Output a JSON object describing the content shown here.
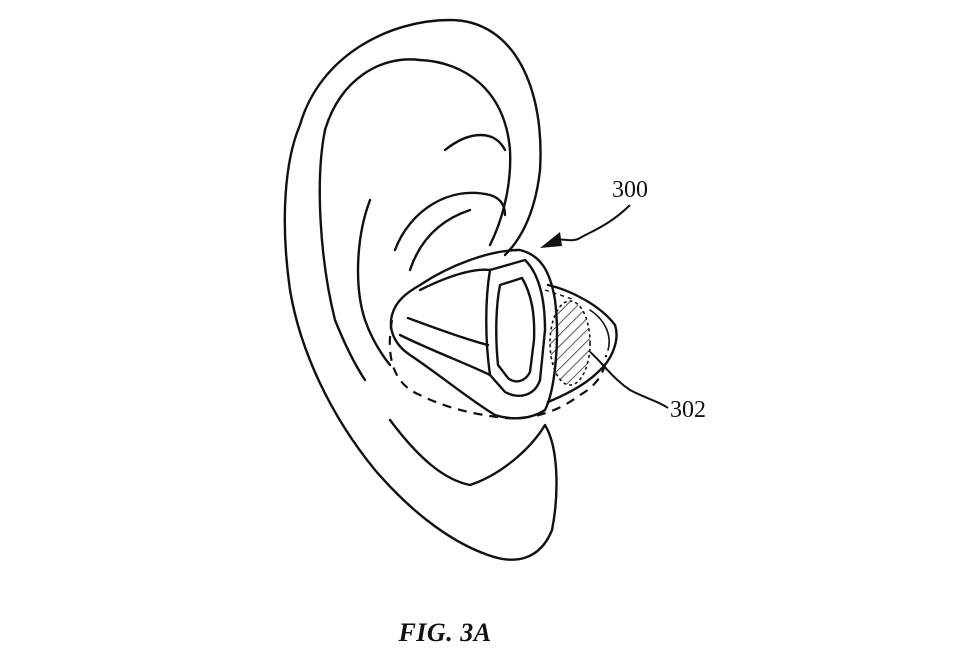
{
  "figure": {
    "caption": "FIG. 3A",
    "reference_numerals": {
      "device": "300",
      "region": "302"
    }
  },
  "colors": {
    "line": "#111111",
    "background": "#ffffff"
  }
}
